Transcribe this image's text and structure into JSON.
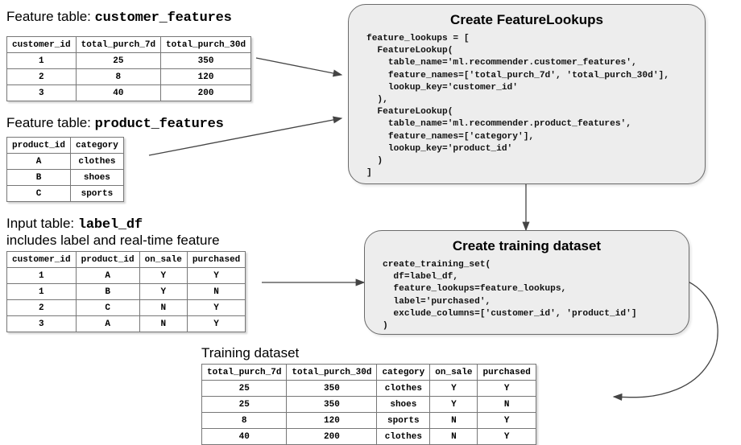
{
  "diagram": {
    "title": "Databricks Feature Store training set flow",
    "accent_box_fill": "#ededed",
    "accent_box_stroke": "#6b6b6b",
    "connector_color": "#444444"
  },
  "customer_features": {
    "caption_prefix": "Feature table:",
    "caption_name": "customer_features",
    "columns": [
      "customer_id",
      "total_purch_7d",
      "total_purch_30d"
    ],
    "rows": [
      [
        "1",
        "25",
        "350"
      ],
      [
        "2",
        "8",
        "120"
      ],
      [
        "3",
        "40",
        "200"
      ]
    ]
  },
  "product_features": {
    "caption_prefix": "Feature table:",
    "caption_name": "product_features",
    "columns": [
      "product_id",
      "category"
    ],
    "rows": [
      [
        "A",
        "clothes"
      ],
      [
        "B",
        "shoes"
      ],
      [
        "C",
        "sports"
      ]
    ]
  },
  "label_df": {
    "caption_prefix": "Input table:",
    "caption_name": "label_df",
    "caption_line2": "includes label and real-time feature",
    "columns": [
      "customer_id",
      "product_id",
      "on_sale",
      "purchased"
    ],
    "rows": [
      [
        "1",
        "A",
        "Y",
        "Y"
      ],
      [
        "1",
        "B",
        "Y",
        "N"
      ],
      [
        "2",
        "C",
        "N",
        "Y"
      ],
      [
        "3",
        "A",
        "N",
        "Y"
      ]
    ]
  },
  "training_dataset": {
    "caption": "Training dataset",
    "columns": [
      "total_purch_7d",
      "total_purch_30d",
      "category",
      "on_sale",
      "purchased"
    ],
    "rows": [
      [
        "25",
        "350",
        "clothes",
        "Y",
        "Y"
      ],
      [
        "25",
        "350",
        "shoes",
        "Y",
        "N"
      ],
      [
        "8",
        "120",
        "sports",
        "N",
        "Y"
      ],
      [
        "40",
        "200",
        "clothes",
        "N",
        "Y"
      ]
    ]
  },
  "feature_lookups_box": {
    "title": "Create FeatureLookups",
    "code": "feature_lookups = [\n  FeatureLookup(\n    table_name='ml.recommender.customer_features',\n    feature_names=['total_purch_7d', 'total_purch_30d'],\n    lookup_key='customer_id'\n  ),\n  FeatureLookup(\n    table_name='ml.recommender.product_features',\n    feature_names=['category'],\n    lookup_key='product_id'\n  )\n]"
  },
  "training_set_box": {
    "title": "Create training dataset",
    "code": "create_training_set(\n  df=label_df,\n  feature_lookups=feature_lookups,\n  label='purchased',\n  exclude_columns=['customer_id', 'product_id']\n)"
  }
}
